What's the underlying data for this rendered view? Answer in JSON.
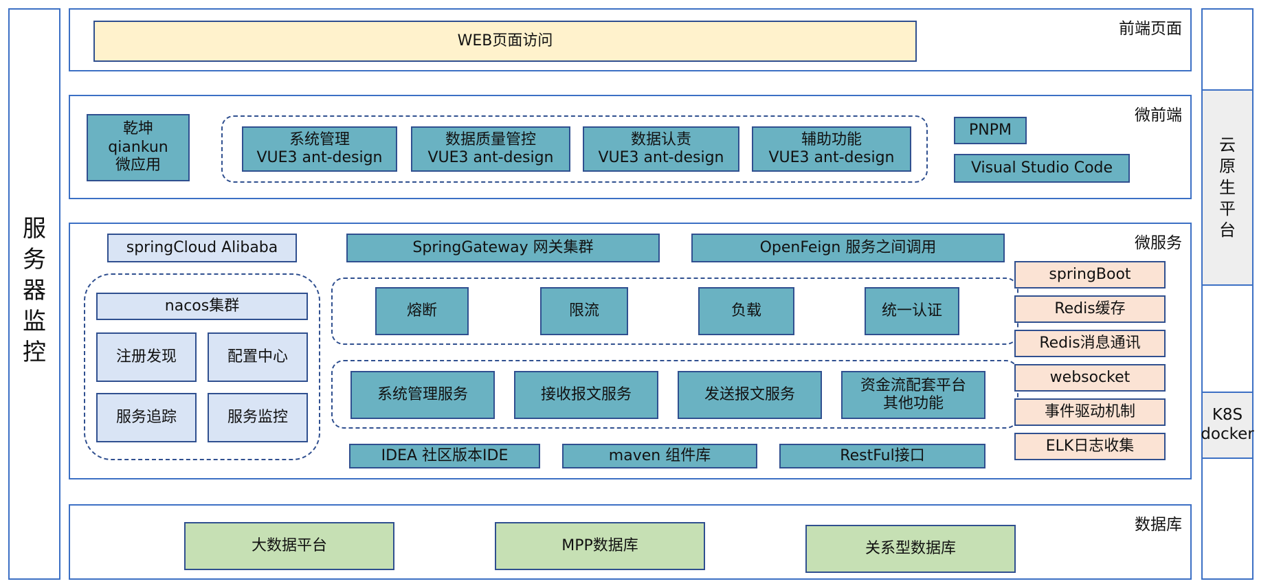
{
  "left_panel": {
    "label_chars": [
      "服",
      "务",
      "器",
      "监",
      "控"
    ]
  },
  "right_panel": {
    "cloud_chars": [
      "云",
      "原",
      "生",
      "平",
      "台"
    ],
    "k8s": "K8S\ndocker"
  },
  "frontend": {
    "title": "前端页面",
    "web_access": "WEB页面访问"
  },
  "micro_frontend": {
    "title": "微前端",
    "qiankun": "乾坤\nqiankun\n微应用",
    "apps": [
      "系统管理\nVUE3 ant-design",
      "数据质量管控\nVUE3 ant-design",
      "数据认责\nVUE3 ant-design",
      "辅助功能\nVUE3 ant-design"
    ],
    "pnpm": "PNPM",
    "vscode": "Visual Studio Code"
  },
  "microservices": {
    "title": "微服务",
    "spring_cloud": "springCloud Alibaba",
    "gateway": "SpringGateway 网关集群",
    "openfeign": "OpenFeign 服务之间调用",
    "nacos": {
      "header": "nacos集群",
      "cells": [
        "注册发现",
        "配置中心",
        "服务追踪",
        "服务监控"
      ]
    },
    "gateway_features": [
      "熔断",
      "限流",
      "负载",
      "统一认证"
    ],
    "services": [
      "系统管理服务",
      "接收报文服务",
      "发送报文服务",
      "资金流配套平台\n其他功能"
    ],
    "tools": [
      "IDEA 社区版本IDE",
      "maven 组件库",
      "RestFul接口"
    ],
    "infra": [
      "springBoot",
      "Redis缓存",
      "Redis消息通讯",
      "websocket",
      "事件驱动机制",
      "ELK日志收集"
    ]
  },
  "database": {
    "title": "数据库",
    "items": [
      "大数据平台",
      "MPP数据库",
      "关系型数据库"
    ]
  }
}
